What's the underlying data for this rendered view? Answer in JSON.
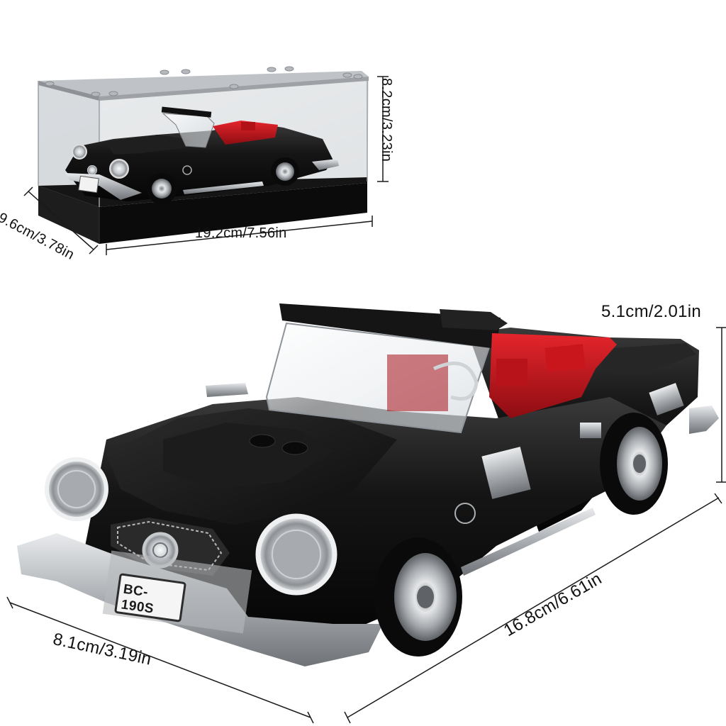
{
  "dimensions": {
    "case_height": "8.2cm/3.23in",
    "case_length": "19.2cm/7.56in",
    "case_depth": "9.6cm/3.78in",
    "car_height": "5.1cm/2.01in",
    "car_width": "8.1cm/3.19in",
    "car_length": "16.8cm/6.61in"
  },
  "license_plate": "BC-190S",
  "colors": {
    "body": "#141414",
    "interior": "#c8161d",
    "chrome": "#b8bcc0",
    "dimension_line": "#1a1a1a",
    "case_glass": "#d9dde0",
    "case_base": "#0e0e0e"
  }
}
